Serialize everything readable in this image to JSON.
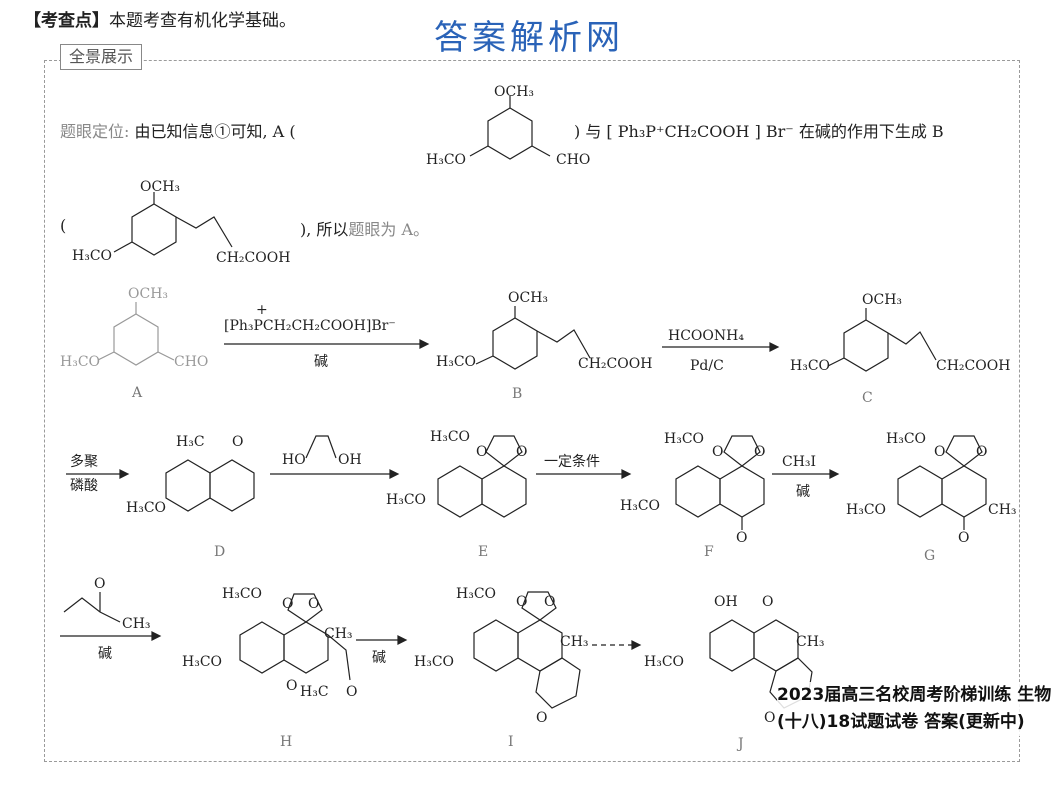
{
  "header": {
    "tag": "【考查点】",
    "text": "本题考查有机化学基础。"
  },
  "watermark": "答案解析网",
  "section_tag": "全景展示",
  "line1": {
    "label": "题眼定位:",
    "text": "由已知信息①可知, A (",
    "mid": ") 与 [ Ph₃P⁺CH₂COOH ] Br⁻ 在碱的作用下生成 B"
  },
  "line2": {
    "open": "(",
    "close": "), 所以",
    "tail_gray": "题眼为 A。"
  },
  "reagents": {
    "r1_top": "[Ph₃PCH₂CH₂COOH]Br⁻",
    "r1_plus": "+",
    "r1_bottom": "碱",
    "r2_top": "HCOONH₄",
    "r2_bottom": "Pd/C",
    "r3_top": "多聚",
    "r3_bottom": "磷酸",
    "r4_left": "HO",
    "r4_right": "OH",
    "r5_top": "一定条件",
    "r6_top": "CH₃I",
    "r6_bottom": "碱",
    "r7_top": "O",
    "r7_side": "CH₃",
    "r7_bottom": "碱",
    "r8_bottom": "碱"
  },
  "groups": {
    "och3": "OCH₃",
    "h3co": "H₃CO",
    "cho": "CHO",
    "ch2cooh": "CH₂COOH",
    "h3c": "H₃C",
    "ch3": "CH₃",
    "o": "O",
    "oh": "OH"
  },
  "compound_labels": [
    "A",
    "B",
    "C",
    "D",
    "E",
    "F",
    "G",
    "H",
    "I",
    "J"
  ],
  "footer": "2023届高三名校周考阶梯训练 生物(十八)18试题试卷 答案(更新中)"
}
